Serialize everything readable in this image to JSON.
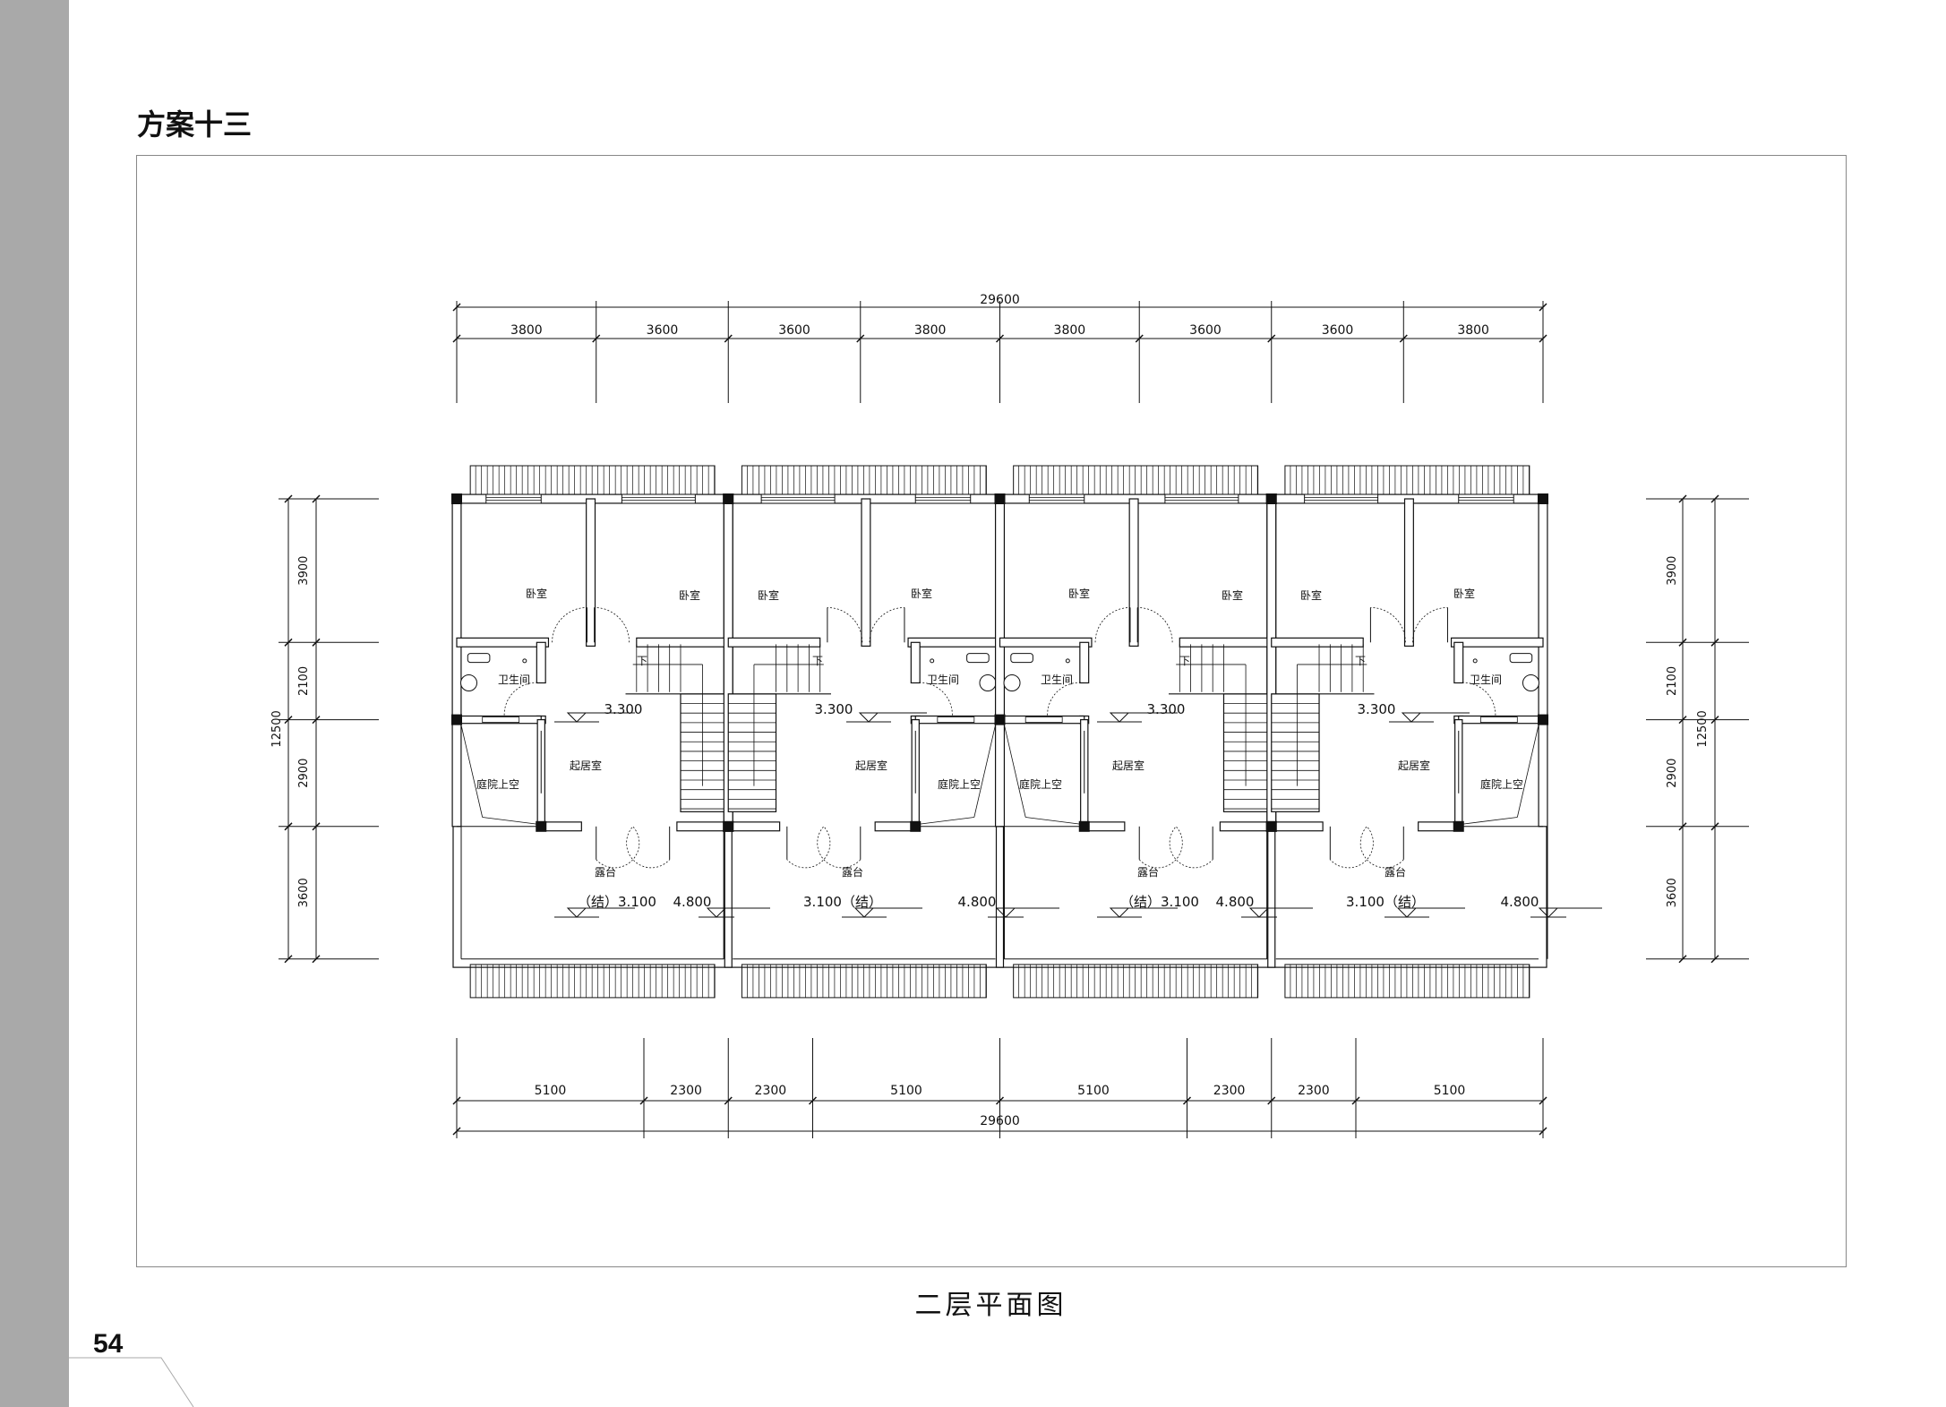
{
  "title": "方案十三",
  "caption": "二层平面图",
  "page_number": "54",
  "dimensions": {
    "top_total": "29600",
    "top_segments": [
      "3800",
      "3600",
      "3600",
      "3800",
      "3800",
      "3600",
      "3600",
      "3800"
    ],
    "bottom_segments": [
      "5100",
      "2300",
      "2300",
      "5100",
      "5100",
      "2300",
      "2300",
      "5100"
    ],
    "bottom_total": "29600",
    "side_segments": [
      "3900",
      "2100",
      "2900",
      "3600"
    ],
    "side_total": "12500"
  },
  "units": [
    {
      "bedroom_a": "卧室",
      "bedroom_b": "卧室",
      "bath": "卫生间",
      "living": "起居室",
      "void": "庭院上空",
      "terrace": "露台",
      "stair_down": "下",
      "floor_level": "3.300",
      "terrace_level": "（结）3.100",
      "roof_level": "4.800"
    },
    {
      "bedroom_a": "卧室",
      "bedroom_b": "卧室",
      "bath": "卫生间",
      "living": "起居室",
      "void": "庭院上空",
      "terrace": "露台",
      "stair_down": "下",
      "floor_level": "3.300",
      "terrace_level": "3.100（结）",
      "roof_level": "4.800"
    },
    {
      "bedroom_a": "卧室",
      "bedroom_b": "卧室",
      "bath": "卫生间",
      "living": "起居室",
      "void": "庭院上空",
      "terrace": "露台",
      "stair_down": "下",
      "floor_level": "3.300",
      "terrace_level": "（结）3.100",
      "roof_level": "4.800"
    },
    {
      "bedroom_a": "卧室",
      "bedroom_b": "卧室",
      "bath": "卫生间",
      "living": "起居室",
      "void": "庭院上空",
      "terrace": "露台",
      "stair_down": "下",
      "floor_level": "3.300",
      "terrace_level": "3.100（结）",
      "roof_level": "4.800"
    }
  ]
}
